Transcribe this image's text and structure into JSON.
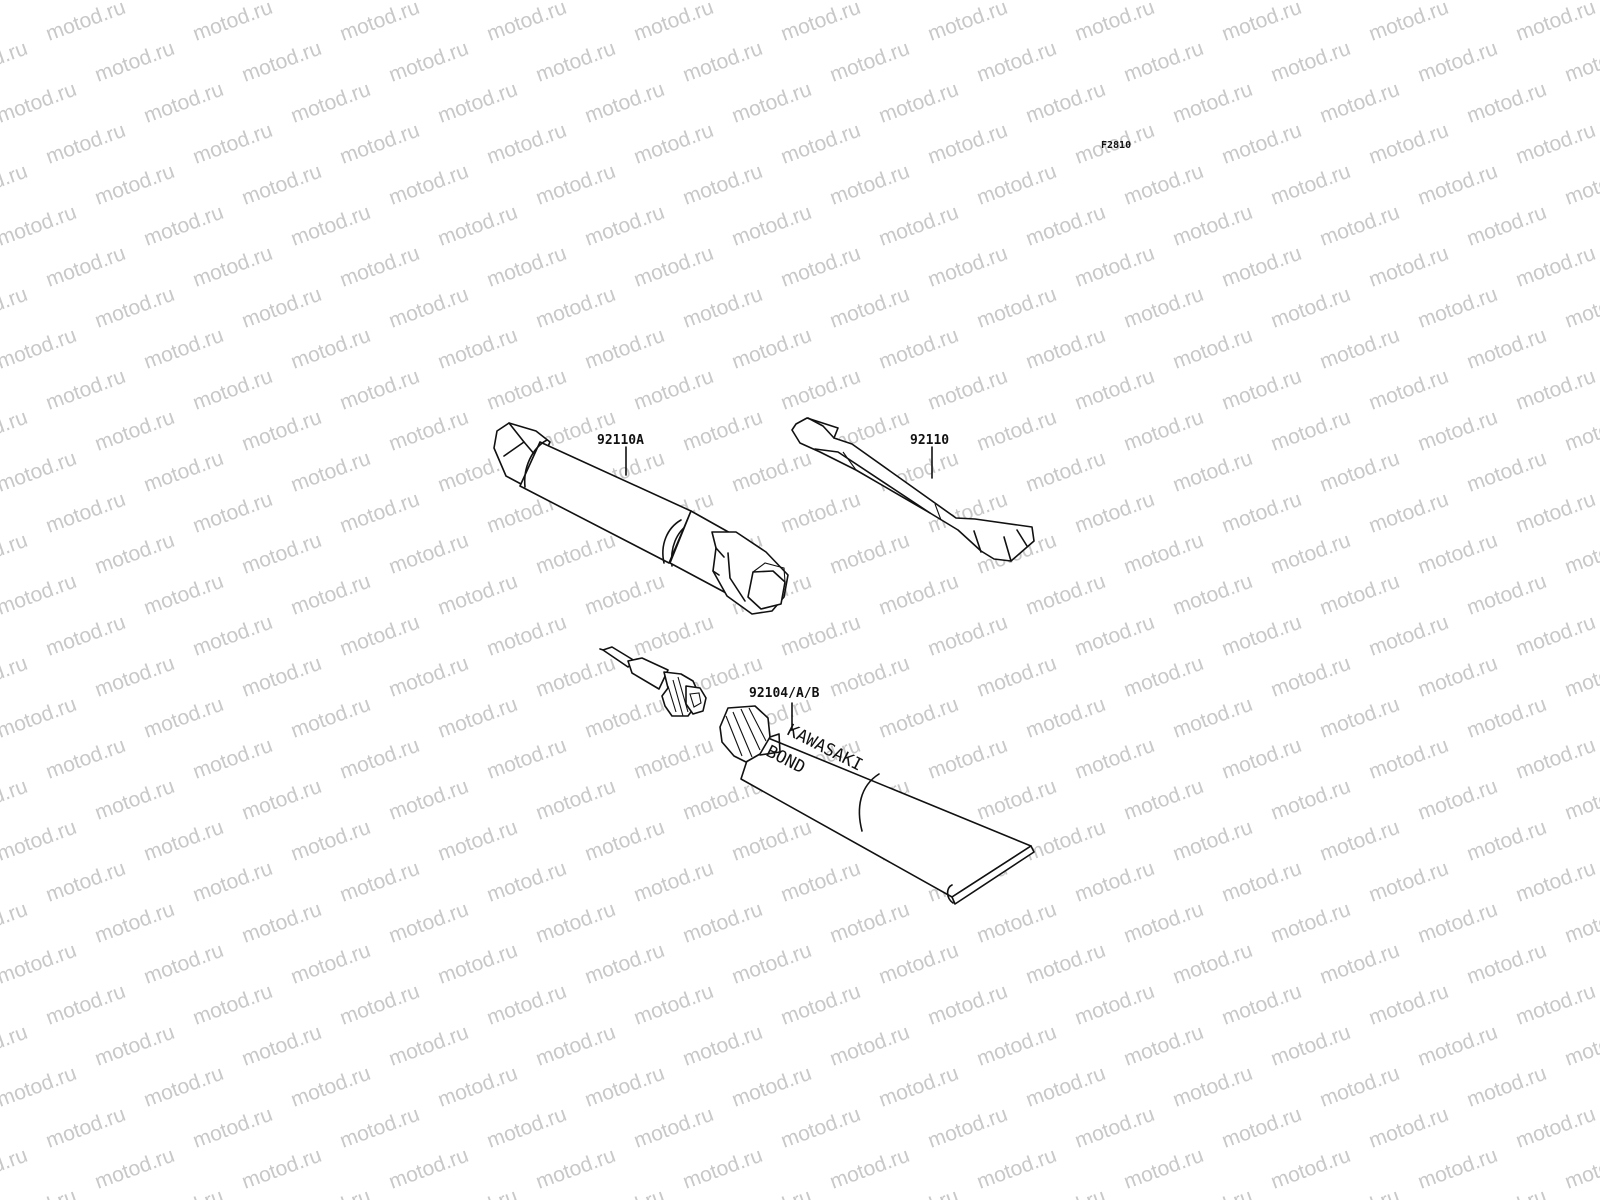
{
  "watermark": {
    "text": "motod.ru",
    "color": "#c8c8c8"
  },
  "figure": {
    "code": "F2810"
  },
  "parts": [
    {
      "number": "92110A",
      "name": "plug-wrench"
    },
    {
      "number": "92110",
      "name": "open-end-wrench"
    },
    {
      "number": "92104/A/B",
      "name": "bond-tube"
    }
  ],
  "tube_print": {
    "line1": "KAWASAKI",
    "line2": "BOND"
  }
}
